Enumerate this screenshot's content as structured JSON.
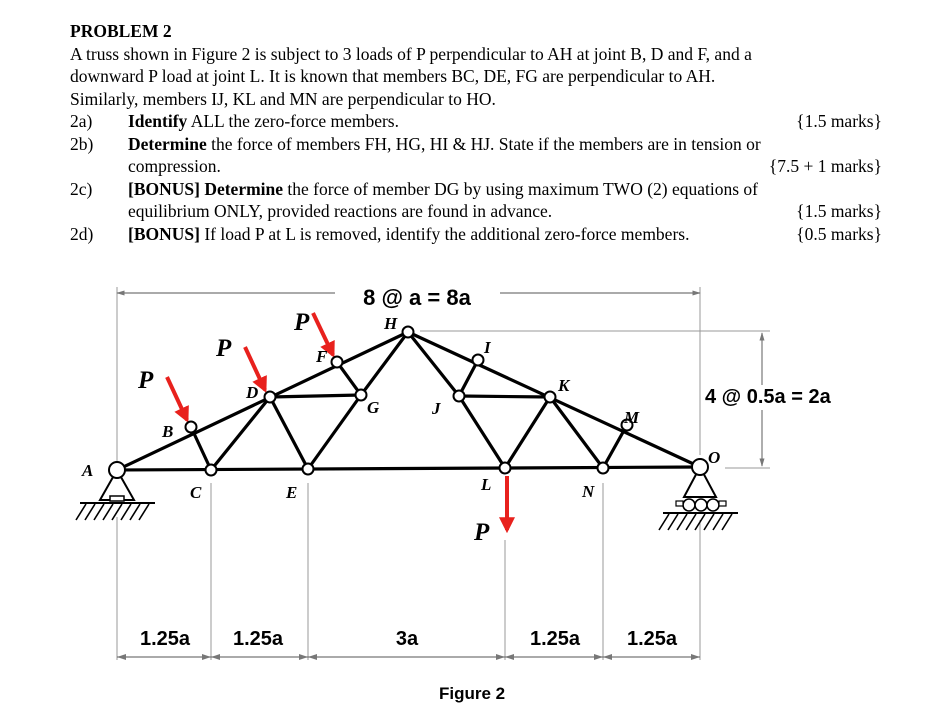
{
  "problem": {
    "title": "PROBLEM 2",
    "intro_line1": "A truss shown in Figure 2 is subject to 3 loads of P perpendicular to AH at joint B, D and F, and a",
    "intro_line2": "downward P load at joint L. It is known that members BC, DE, FG are perpendicular to AH.",
    "intro_line3": "Similarly, members IJ, KL and MN are perpendicular to HO.",
    "items": [
      {
        "num": "2a)",
        "lead": "Identify",
        "text": " ALL the zero-force members.",
        "marks": "{1.5 marks}"
      },
      {
        "num": "2b)",
        "lead": "Determine",
        "text": " the force of members FH, HG, HI & HJ. State if the members are in tension or",
        "text2": "compression.",
        "marks": "{7.5 + 1 marks}"
      },
      {
        "num": "2c)",
        "lead": "[BONUS] Determine",
        "text": " the force of member DG by using maximum TWO (2) equations of",
        "text2": "equilibrium ONLY, provided reactions are found in advance.",
        "marks": "{1.5 marks}"
      },
      {
        "num": "2d)",
        "lead": "[BONUS]",
        "text": " If load P at L is removed, identify the additional zero-force members.",
        "marks": "{0.5 marks}"
      }
    ]
  },
  "figure": {
    "top_dimension": "8 @ a = 8a",
    "side_dimension": "4 @ 0.5a = 2a",
    "load_label": "P",
    "bottom_dimensions": [
      "1.25a",
      "1.25a",
      "3a",
      "1.25a",
      "1.25a"
    ],
    "joints": {
      "A": "A",
      "B": "B",
      "C": "C",
      "D": "D",
      "E": "E",
      "F": "F",
      "G": "G",
      "H": "H",
      "I": "I",
      "J": "J",
      "K": "K",
      "L": "L",
      "M": "M",
      "N": "N",
      "O": "O"
    },
    "caption": "Figure 2",
    "colors": {
      "load_arrow": "#e8211d",
      "member": "#000000",
      "joint": "#ffffff"
    }
  }
}
